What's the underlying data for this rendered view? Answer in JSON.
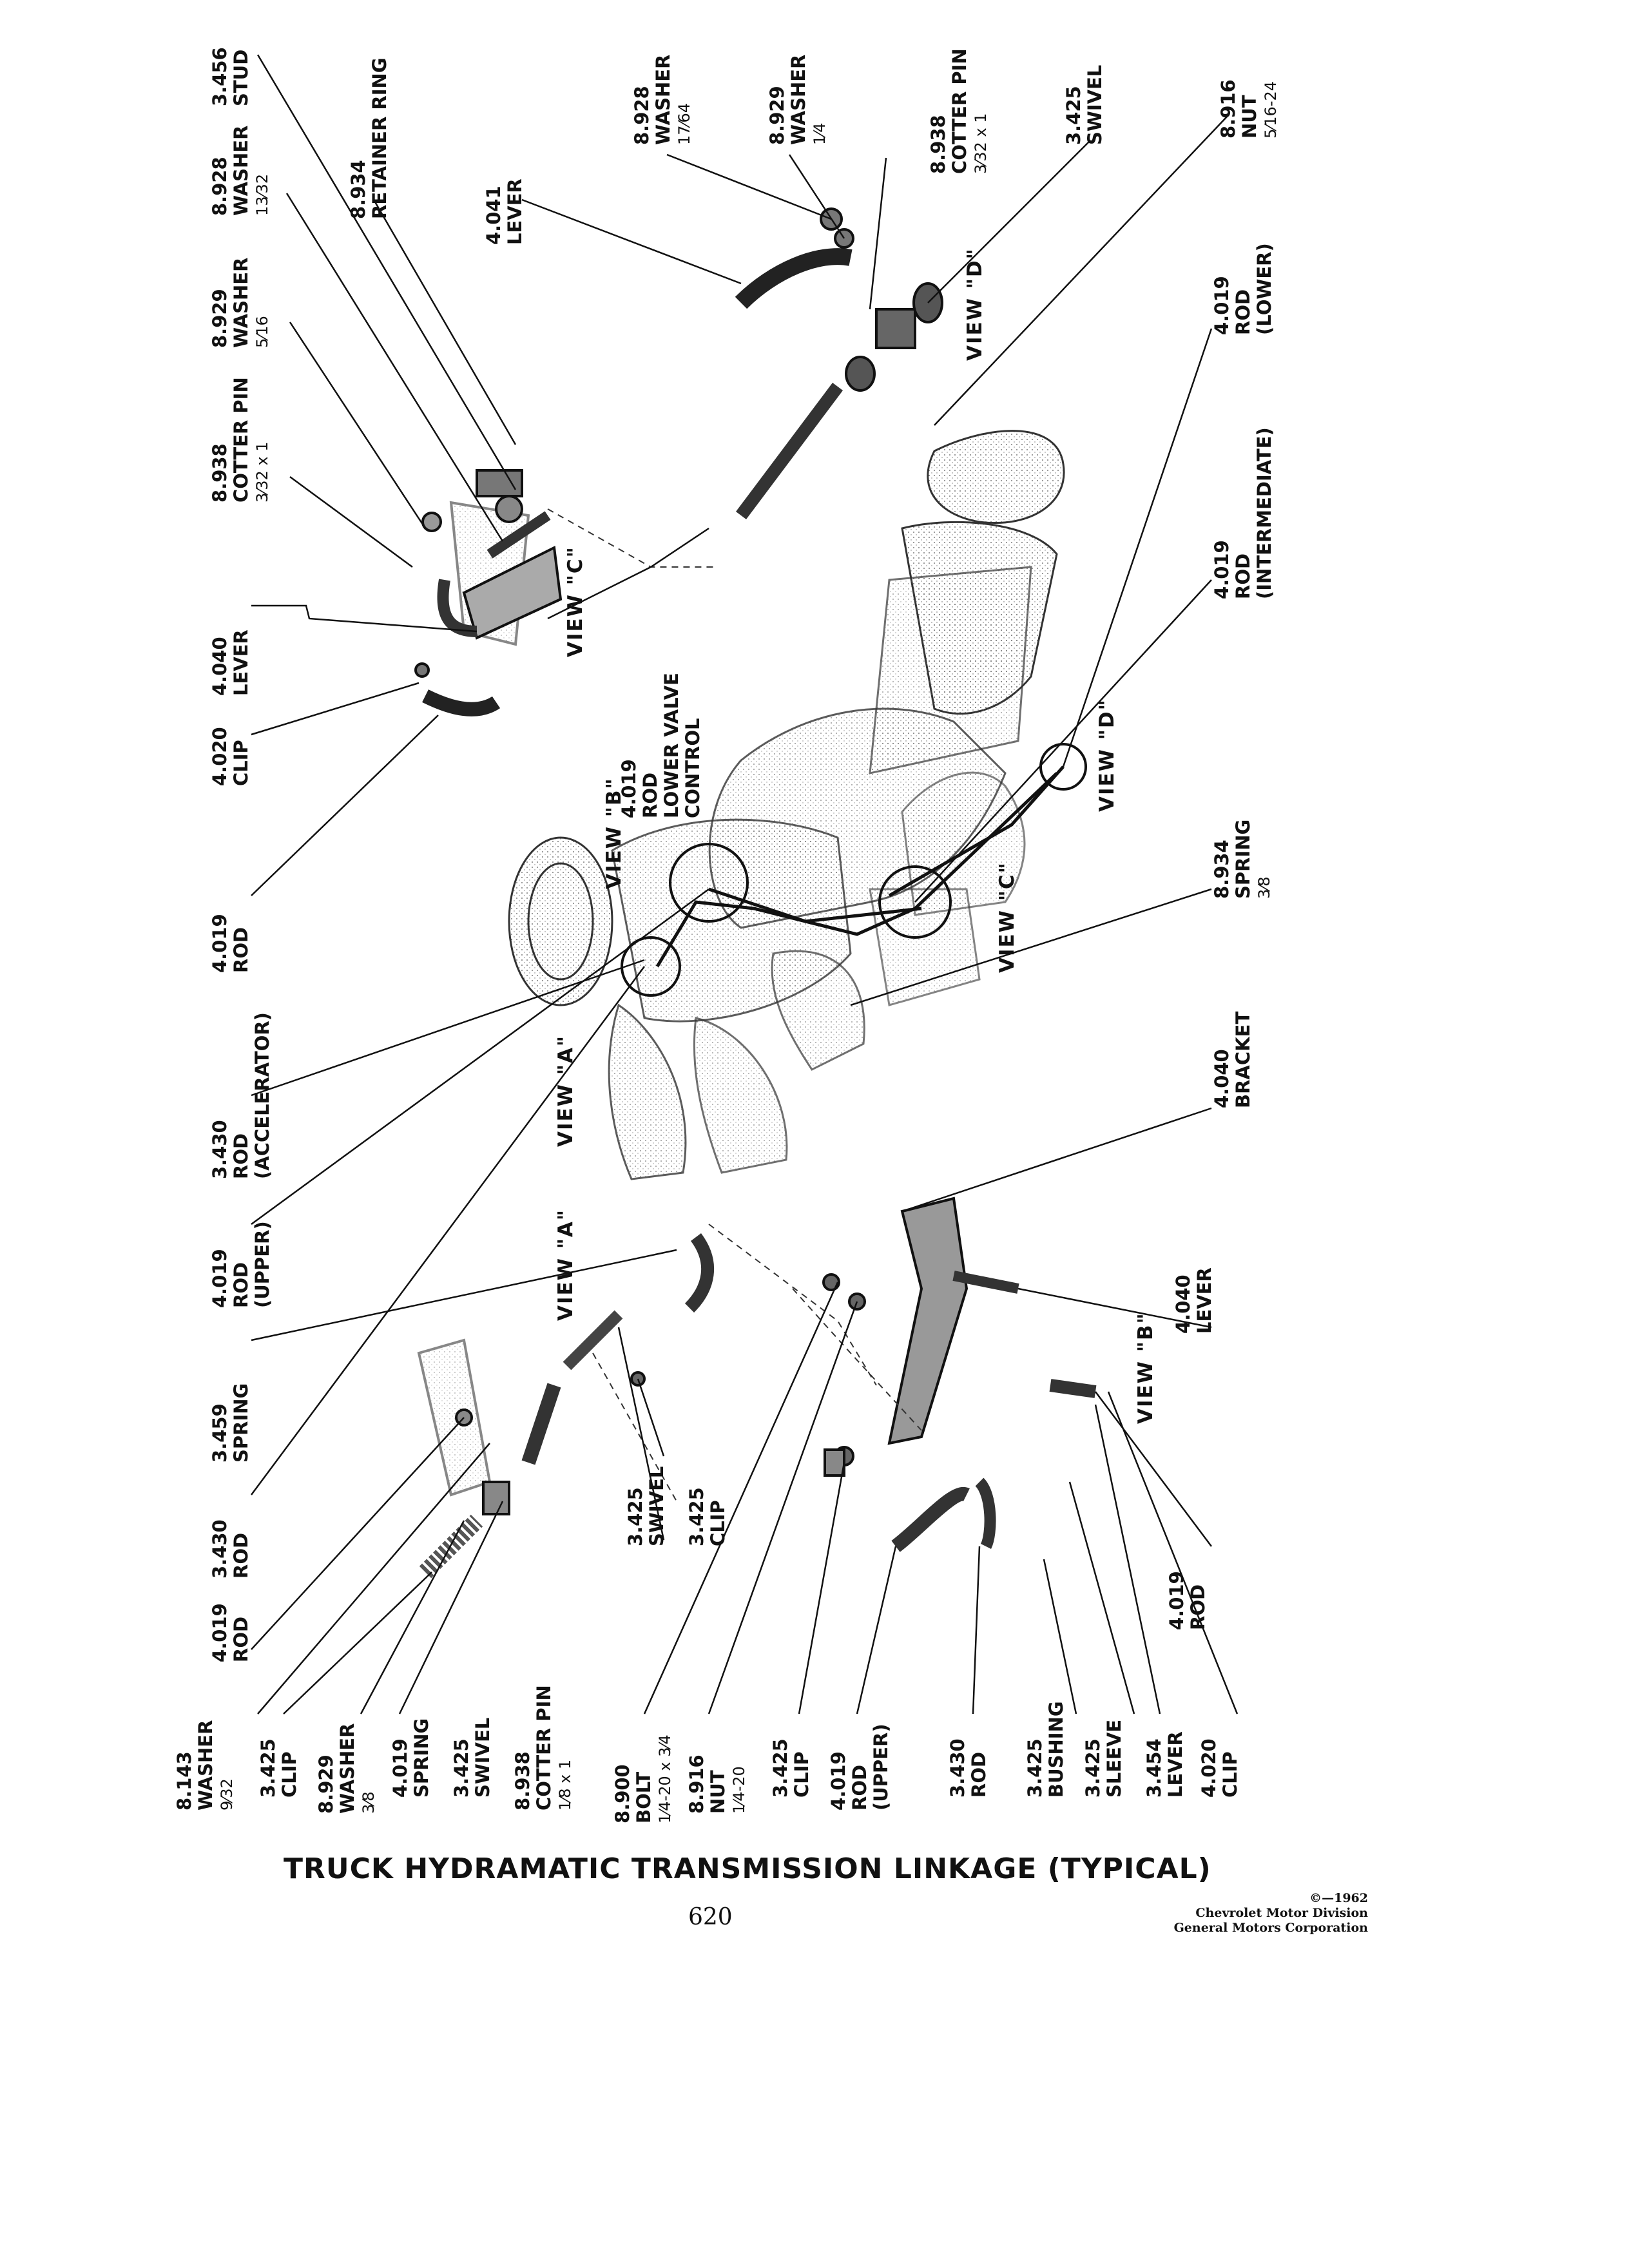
{
  "title": "TRUCK HYDRAMATIC TRANSMISSION LINKAGE (TYPICAL)",
  "page_number": "620",
  "credit": {
    "line1": "©—1962",
    "line2": "Chevrolet Motor Division",
    "line3": "General Motors Corporation"
  },
  "views": {
    "a1": "VIEW \"A\"",
    "a2": "VIEW \"A\"",
    "b1": "VIEW \"B\"",
    "b2": "VIEW \"B\"",
    "c1": "VIEW \"C\"",
    "c2": "VIEW \"C\"",
    "d1": "VIEW \"D\"",
    "d2": "VIEW \"D\""
  },
  "labels": {
    "stud": {
      "num": "3.456",
      "name": "STUD"
    },
    "washer_top": {
      "num": "8.928",
      "name": "WASHER",
      "size": "13⁄32"
    },
    "retainer": {
      "num": "8.934",
      "name": "RETAINER RING"
    },
    "washer_516": {
      "num": "8.929",
      "name": "WASHER",
      "size": "5⁄16"
    },
    "cotter_top": {
      "num": "8.938",
      "name": "COTTER PIN",
      "size": "3⁄32 x 1"
    },
    "lever_4040_top": {
      "num": "4.040",
      "name": "LEVER"
    },
    "clip_4020_top": {
      "num": "4.020",
      "name": "CLIP"
    },
    "rod_4019_top": {
      "num": "4.019",
      "name": "ROD"
    },
    "rod_accel": {
      "num": "3.430",
      "name": "ROD",
      "extra": "(ACCELERATOR)"
    },
    "rod_upper_left": {
      "num": "4.019",
      "name": "ROD",
      "extra": "(UPPER)"
    },
    "spring_3459": {
      "num": "3.459",
      "name": "SPRING"
    },
    "rod_3430_left": {
      "num": "3.430",
      "name": "ROD"
    },
    "rod_4019_left": {
      "num": "4.019",
      "name": "ROD"
    },
    "lever_4041": {
      "num": "4.041",
      "name": "LEVER"
    },
    "washer_1764": {
      "num": "8.928",
      "name": "WASHER",
      "size": "17⁄64"
    },
    "washer_14": {
      "num": "8.929",
      "name": "WASHER",
      "size": "1⁄4"
    },
    "cotter_right": {
      "num": "8.938",
      "name": "COTTER PIN",
      "size": "3⁄32 x 1"
    },
    "swivel_top": {
      "num": "3.425",
      "name": "SWIVEL"
    },
    "nut_top": {
      "num": "8.916",
      "name": "NUT",
      "size": "5⁄16-24"
    },
    "rod_lower": {
      "num": "4.019",
      "name": "ROD",
      "extra": "(LOWER)"
    },
    "rod_lower_valve": {
      "num": "4.019",
      "name": "ROD",
      "extra": "LOWER VALVE",
      "extra2": "CONTROL"
    },
    "rod_intermediate": {
      "num": "4.019",
      "name": "ROD",
      "extra": "(INTERMEDIATE)"
    },
    "spring_8934": {
      "num": "8.934",
      "name": "SPRING",
      "size": "3⁄8"
    },
    "bracket": {
      "num": "4.040",
      "name": "BRACKET"
    },
    "lever_4040_bot": {
      "num": "4.040",
      "name": "LEVER"
    },
    "rod_4019_right": {
      "num": "4.019",
      "name": "ROD"
    },
    "swivel_mid": {
      "num": "3.425",
      "name": "SWIVEL"
    },
    "clip_mid": {
      "num": "3.425",
      "name": "CLIP"
    },
    "washer_8143": {
      "num": "8.143",
      "name": "WASHER",
      "size": "9⁄32"
    },
    "clip_3425_a": {
      "num": "3.425",
      "name": "CLIP"
    },
    "washer_38": {
      "num": "8.929",
      "name": "WASHER",
      "size": "3⁄8"
    },
    "spring_4019": {
      "num": "4.019",
      "name": "SPRING"
    },
    "swivel_bot": {
      "num": "3.425",
      "name": "SWIVEL"
    },
    "cotter_bot": {
      "num": "8.938",
      "name": "COTTER PIN",
      "size": "1⁄8 x 1"
    },
    "bolt": {
      "num": "8.900",
      "name": "BOLT",
      "size": "1⁄4-20 x 3⁄4"
    },
    "nut_bot": {
      "num": "8.916",
      "name": "NUT",
      "size": "1⁄4-20"
    },
    "clip_3425_b": {
      "num": "3.425",
      "name": "CLIP"
    },
    "rod_upper_bot": {
      "num": "4.019",
      "name": "ROD",
      "extra": "(UPPER)"
    },
    "rod_3430_bot": {
      "num": "3.430",
      "name": "ROD"
    },
    "bushing": {
      "num": "3.425",
      "name": "BUSHING"
    },
    "sleeve": {
      "num": "3.425",
      "name": "SLEEVE"
    },
    "lever_3454": {
      "num": "3.454",
      "name": "LEVER"
    },
    "clip_4020_bot": {
      "num": "4.020",
      "name": "CLIP"
    }
  }
}
